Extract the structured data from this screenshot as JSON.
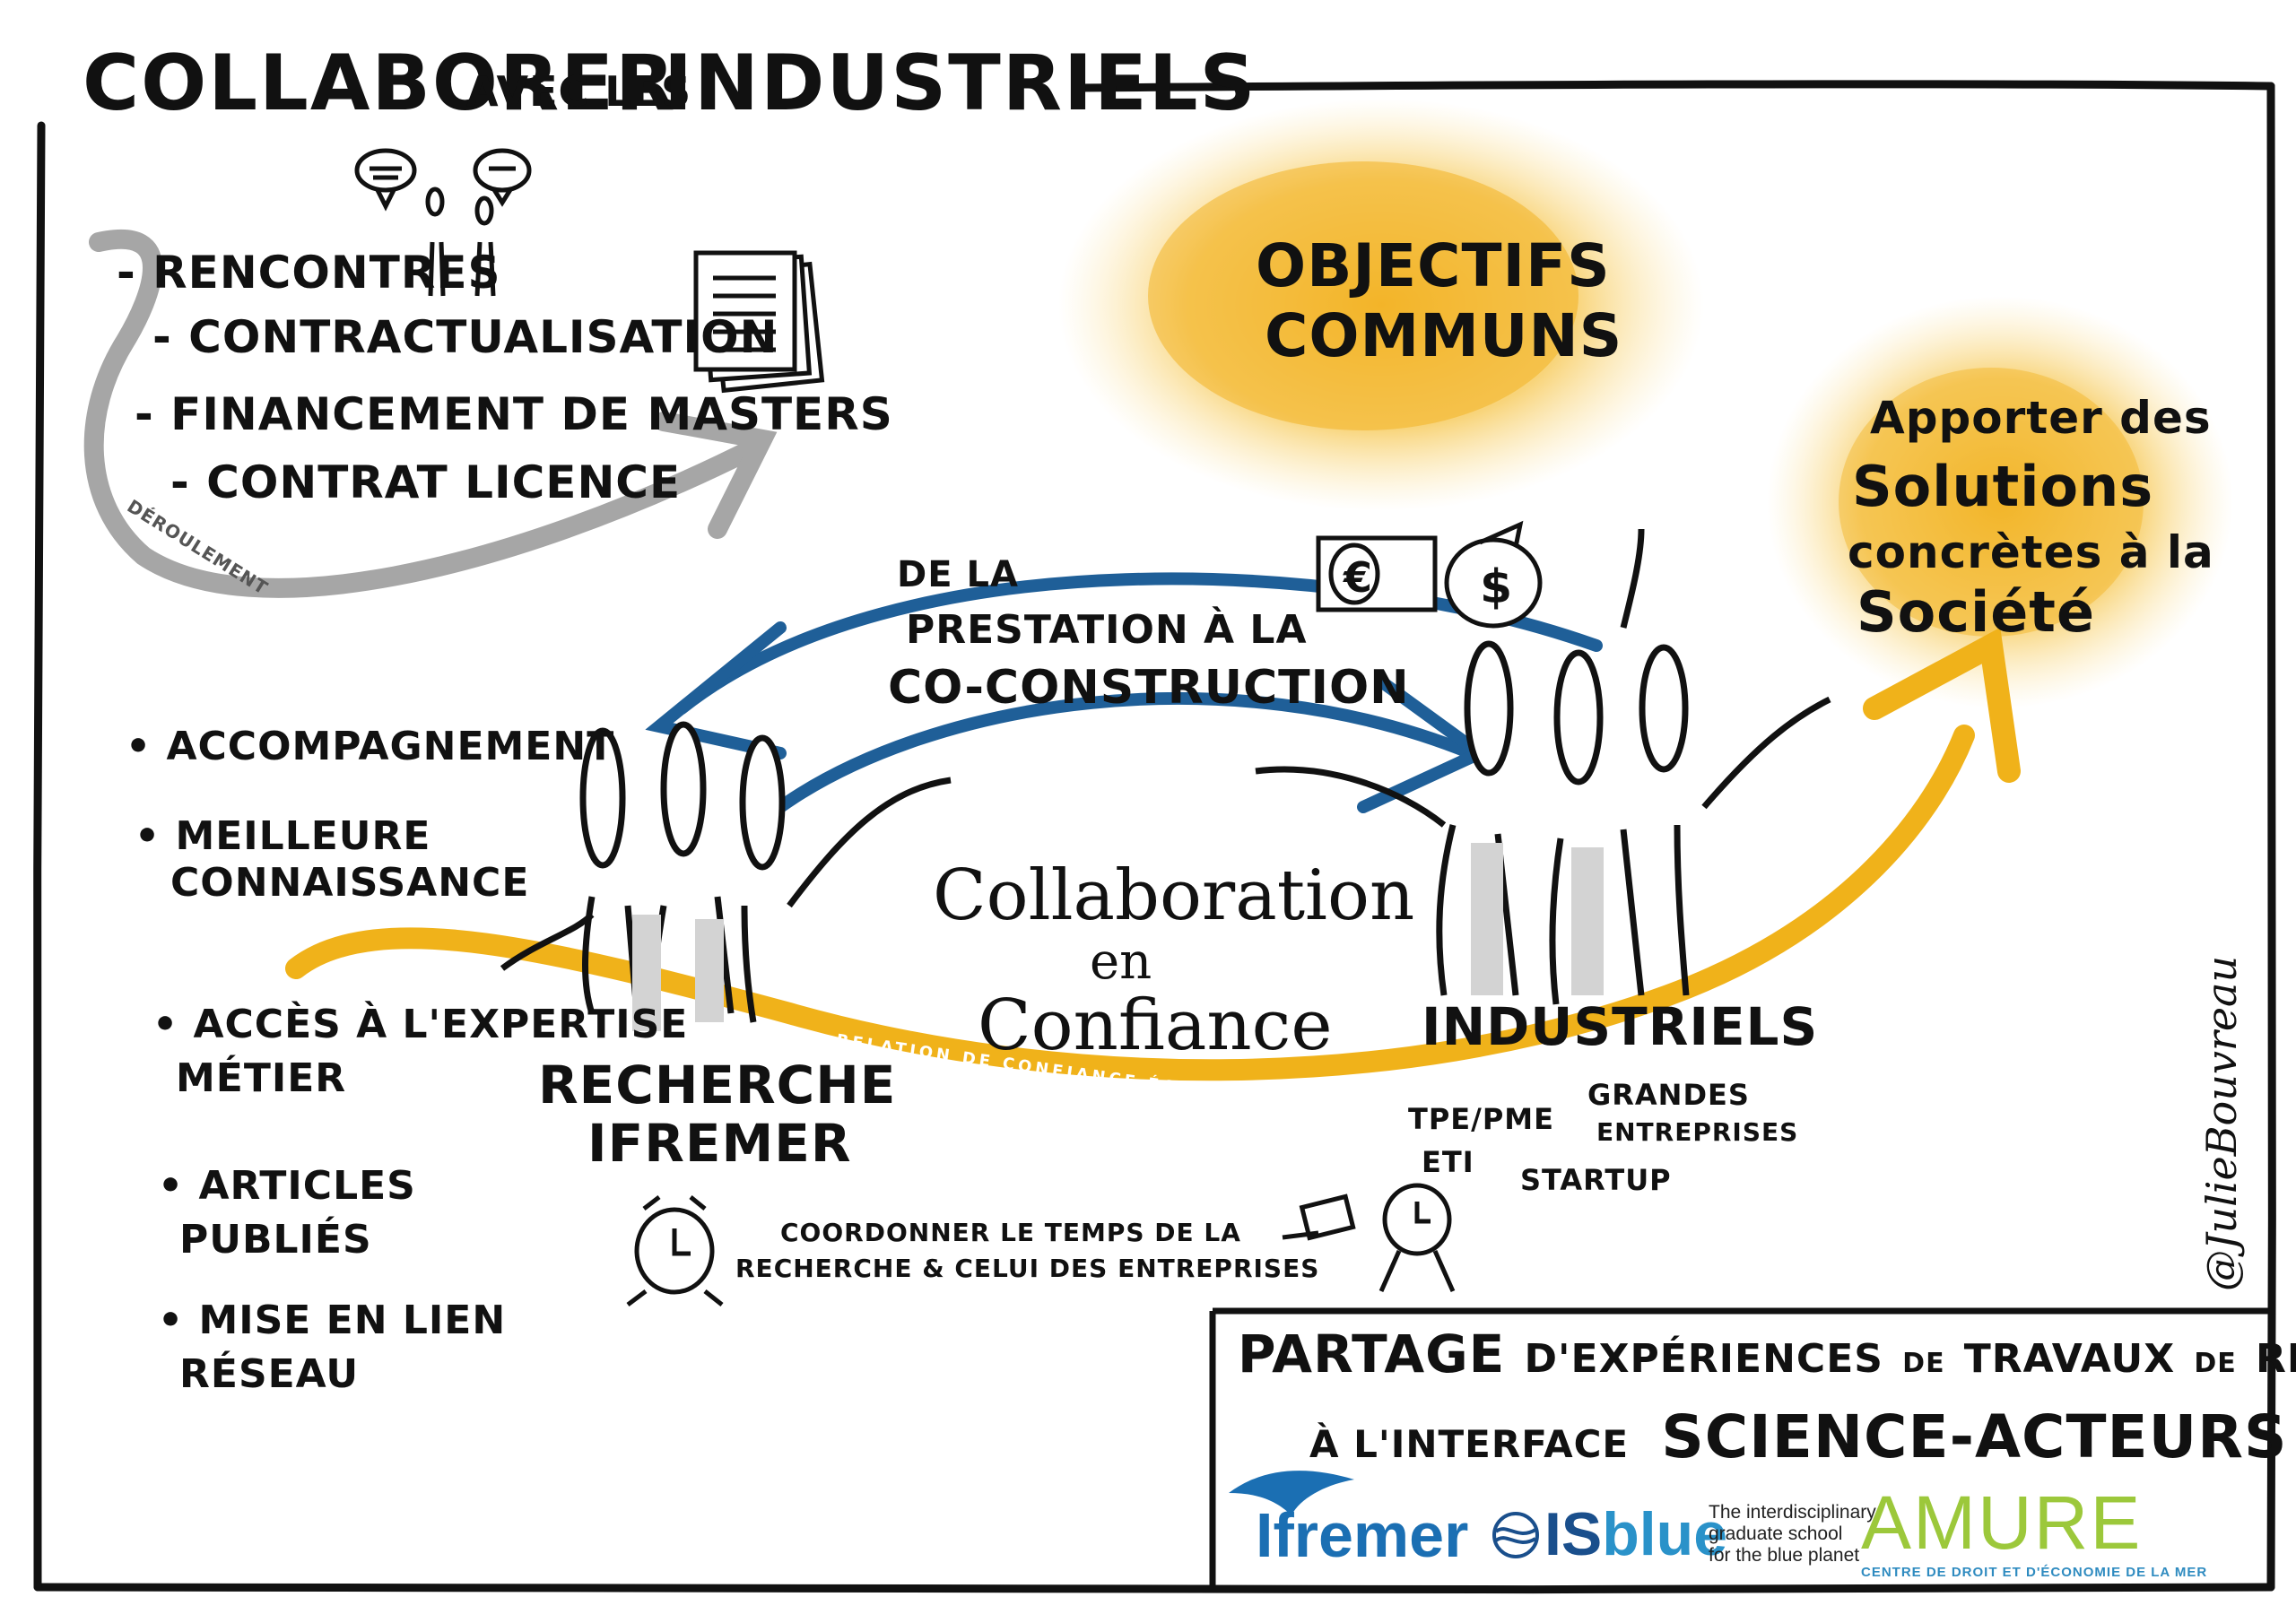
{
  "title": {
    "part1": "Collaborer",
    "part2": "avec les",
    "part3": "Industriels"
  },
  "deroulement": {
    "label": "Déroulement",
    "items": [
      "- Rencontres",
      "- Contractualisation",
      "- Financement de masters",
      "- Contrat licence"
    ]
  },
  "objectifs": {
    "line1": "Objectifs",
    "line2": "communs"
  },
  "apporter": {
    "line1": "Apporter des",
    "line2": "Solutions",
    "line3": "concrètes à la",
    "line4": "Société"
  },
  "arrow_label": {
    "line1": "de la",
    "line2": "prestation à la",
    "line3": "co-construction"
  },
  "benefits": [
    "• Accompagnement",
    "• Meilleure",
    "connaissance",
    "• Accès à l'expertise",
    "métier",
    "• Articles",
    "publiés",
    "• Mise en lien",
    "réseau"
  ],
  "collaboration": {
    "line1": "Collaboration",
    "line2": "en",
    "line3": "Confiance"
  },
  "recherche": {
    "line1": "Recherche",
    "line2": "Ifremer"
  },
  "industriels": {
    "title": "Industriels",
    "tpe": "TPE/PME",
    "eti": "ETI",
    "grandes1": "Grandes",
    "grandes2": "entreprises",
    "startup": "Startup"
  },
  "relation_label": "Relation de confiance équilibrée",
  "coordonner": {
    "line1": "Coordonner le temps de la",
    "line2": "recherche & celui des entreprises"
  },
  "footer": {
    "line1a": "Partage",
    "line1b": "d'expériences",
    "line1c": "de",
    "line1d": "travaux",
    "line1e": "de",
    "line1f": "recherche",
    "line2a": "à l'interface",
    "line2b": "Science-Acteurs"
  },
  "logos": {
    "ifremer": "Ifremer",
    "isblue_is": "IS",
    "isblue_blue": "blue",
    "isblue_tagline": [
      "The interdisciplinary",
      "graduate school",
      "for the blue planet"
    ],
    "amure": "AMURE",
    "amure_sub": "CENTRE DE DROIT ET D'ÉCONOMIE DE LA MER"
  },
  "signature": "@JulieBouvreau",
  "colors": {
    "ink": "#111111",
    "blue_arrow": "#1f5f98",
    "yellow_curve": "#f0b21a",
    "blob_yellow": "#f6c64e",
    "grey_arrow": "#9e9e9e",
    "amure_green": "#9cc83b",
    "amure_blue": "#2f8bc0"
  },
  "icons": [
    "speech-bubble-icon",
    "document-stack-icon",
    "banknote-icon",
    "money-bag-icon",
    "alarm-clock-icon",
    "running-clock-icon"
  ]
}
